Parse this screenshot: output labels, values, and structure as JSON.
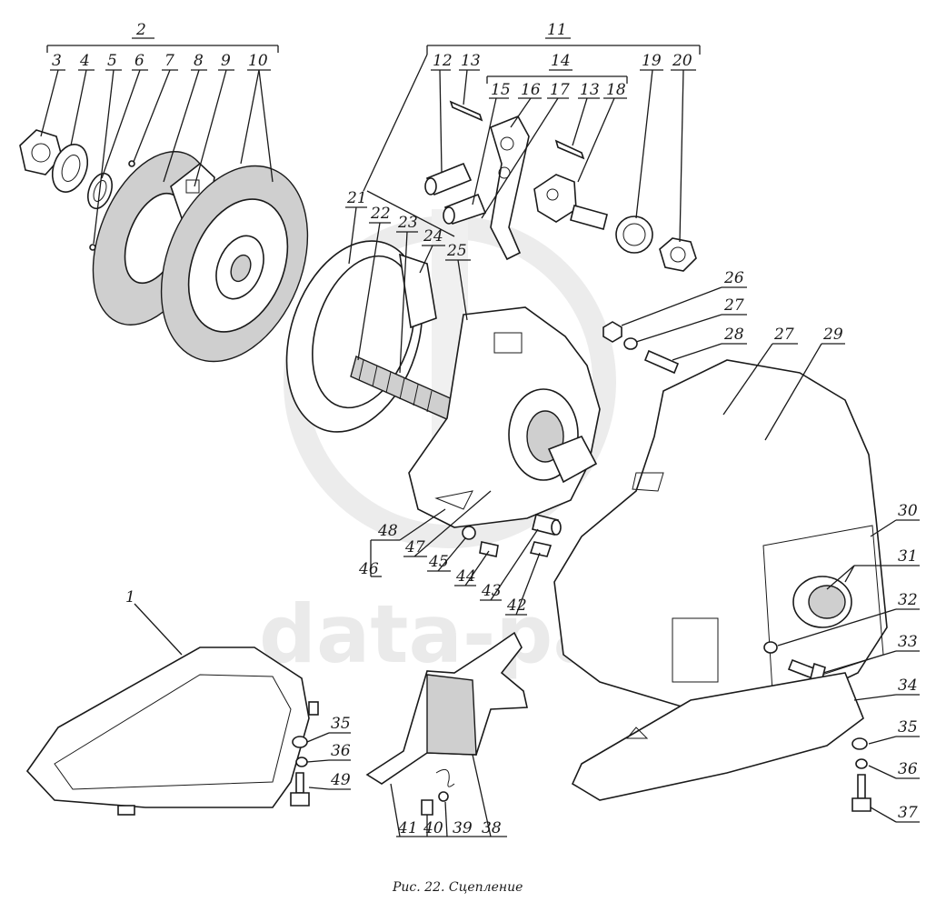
{
  "caption": "Рис. 22. Сцепление",
  "watermark": "data-parts",
  "labels": [
    {
      "id": "2",
      "text": "2"
    },
    {
      "id": "3",
      "text": "3"
    },
    {
      "id": "4",
      "text": "4"
    },
    {
      "id": "5",
      "text": "5"
    },
    {
      "id": "6",
      "text": "6"
    },
    {
      "id": "7",
      "text": "7"
    },
    {
      "id": "8",
      "text": "8"
    },
    {
      "id": "9",
      "text": "9"
    },
    {
      "id": "10",
      "text": "10"
    },
    {
      "id": "11",
      "text": "11"
    },
    {
      "id": "12",
      "text": "12"
    },
    {
      "id": "13a",
      "text": "13"
    },
    {
      "id": "14",
      "text": "14"
    },
    {
      "id": "15",
      "text": "15"
    },
    {
      "id": "16",
      "text": "16"
    },
    {
      "id": "17",
      "text": "17"
    },
    {
      "id": "13b",
      "text": "13"
    },
    {
      "id": "18",
      "text": "18"
    },
    {
      "id": "19",
      "text": "19"
    },
    {
      "id": "20",
      "text": "20"
    },
    {
      "id": "21",
      "text": "21"
    },
    {
      "id": "22",
      "text": "22"
    },
    {
      "id": "23",
      "text": "23"
    },
    {
      "id": "24",
      "text": "24"
    },
    {
      "id": "25",
      "text": "25"
    },
    {
      "id": "26",
      "text": "26"
    },
    {
      "id": "27a",
      "text": "27"
    },
    {
      "id": "28",
      "text": "28"
    },
    {
      "id": "27b",
      "text": "27"
    },
    {
      "id": "29",
      "text": "29"
    },
    {
      "id": "30",
      "text": "30"
    },
    {
      "id": "31",
      "text": "31"
    },
    {
      "id": "32",
      "text": "32"
    },
    {
      "id": "33",
      "text": "33"
    },
    {
      "id": "34",
      "text": "34"
    },
    {
      "id": "35a",
      "text": "35"
    },
    {
      "id": "36a",
      "text": "36"
    },
    {
      "id": "37",
      "text": "37"
    },
    {
      "id": "1",
      "text": "1"
    },
    {
      "id": "35b",
      "text": "35"
    },
    {
      "id": "36b",
      "text": "36"
    },
    {
      "id": "49",
      "text": "49"
    },
    {
      "id": "41",
      "text": "41"
    },
    {
      "id": "40",
      "text": "40"
    },
    {
      "id": "39",
      "text": "39"
    },
    {
      "id": "38",
      "text": "38"
    },
    {
      "id": "48",
      "text": "48"
    },
    {
      "id": "47",
      "text": "47"
    },
    {
      "id": "46",
      "text": "46"
    },
    {
      "id": "45",
      "text": "45"
    },
    {
      "id": "44",
      "text": "44"
    },
    {
      "id": "43",
      "text": "43"
    },
    {
      "id": "42",
      "text": "42"
    }
  ]
}
